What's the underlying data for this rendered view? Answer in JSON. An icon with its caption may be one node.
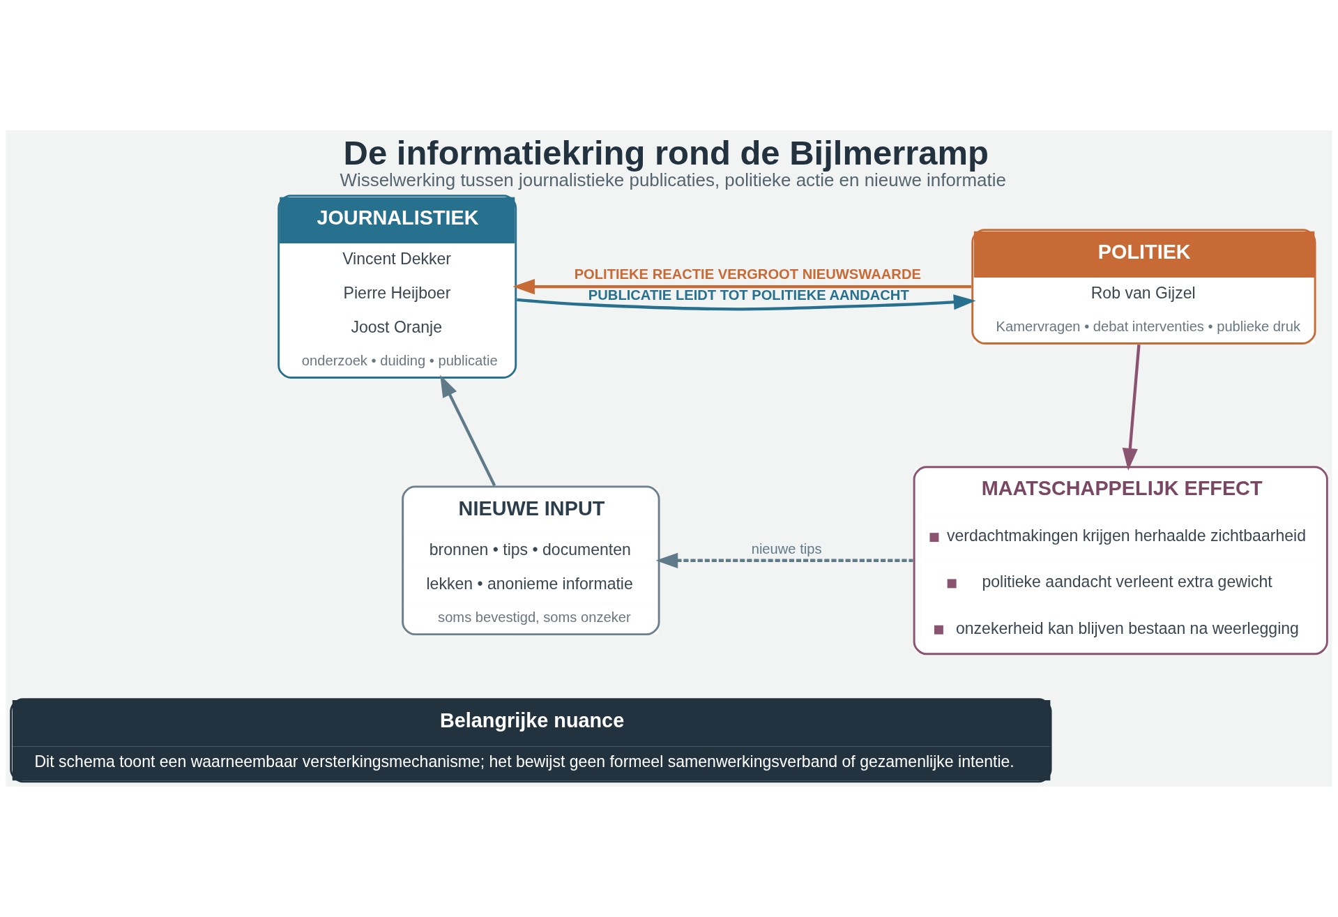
{
  "diagram": {
    "title": "De informatiekring rond de Bijlmerramp",
    "caption": "Wisselwerking tussen journalistieke publicaties, politieke actie en nieuwe informatie",
    "nodes": [
      {
        "text": [
          "JOURNALISTIEK",
          "Vincent Dekker",
          "Pierre Heijboer",
          "Joost Oranje",
          "onderzoek • duiding • publicatie"
        ]
      },
      {
        "text": [
          "POLITIEK",
          "Rob van Gijzel",
          "Kamervragen • debat interventies • publieke druk"
        ]
      },
      {
        "text": [
          "NIEUWE INPUT",
          "bronnen • tips • documenten",
          "lekken • anonieme informatie",
          "soms bevestigd, soms onzeker"
        ]
      },
      {
        "text": [
          "MAATSCHAPPELIJK EFFECT",
          "verdachtmakingen krijgen herhaalde zichtbaarheid",
          "politieke aandacht verleent extra gewicht",
          "onzekerheid kan blijven bestaan na weerlegging"
        ]
      },
      {
        "text": [
          "Belangrijke nuance",
          "Dit schema toont een waarneembaar versterkingsmechanisme; het bewijst geen formeel samenwerkingsverband of gezamenlijke intentie."
        ]
      }
    ],
    "edges": [
      {
        "from": 0,
        "to": 1,
        "arrow": "to",
        "label": "PUBLICATIE LEIDT TOT POLITIEKE AANDACHT",
        "color": "#27718e"
      },
      {
        "from": 1,
        "to": 0,
        "arrow": "to",
        "label": "POLITIEKE REACTIE VERGROOT NIEUWSWAARDE",
        "color": "#c76a35"
      },
      {
        "from": 1,
        "to": 3,
        "arrow": "to",
        "color": "#8a5470"
      },
      {
        "from": 3,
        "to": 2,
        "arrow": "to",
        "label": "nieuwe tips",
        "style": "dashed"
      },
      {
        "from": 2,
        "to": 0,
        "arrow": "to"
      }
    ]
  }
}
